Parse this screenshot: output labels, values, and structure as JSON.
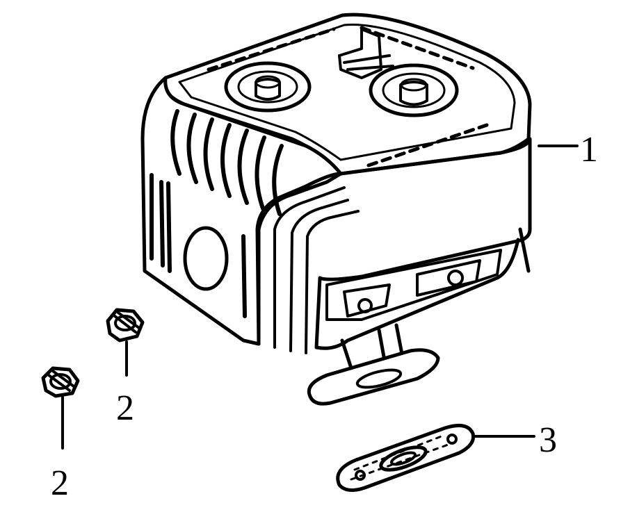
{
  "callouts": [
    {
      "id": "muffler",
      "number": "1"
    },
    {
      "id": "nut-upper",
      "number": "2"
    },
    {
      "id": "nut-lower",
      "number": "2"
    },
    {
      "id": "gasket",
      "number": "3"
    }
  ],
  "colors": {
    "ink": "#000000",
    "paper": "#ffffff"
  }
}
